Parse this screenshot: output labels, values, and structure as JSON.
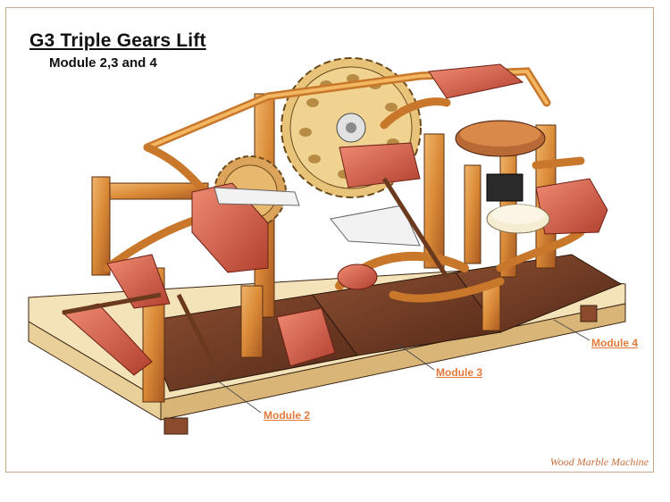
{
  "title": "G3 Triple Gears Lift",
  "subtitle": "Module 2,3 and 4",
  "labels": {
    "module2": "Module 2",
    "module3": "Module 3",
    "module4": "Module 4"
  },
  "footer": "Wood Marble Machine",
  "colors": {
    "frame": "#c9a98a",
    "label": "#e27a3b",
    "base_light": "#f3e2b8",
    "base_dark": "#6b3b26",
    "wood_orange": "#d88b3a",
    "wood_red": "#c8553f",
    "gear": "#e7c37b"
  }
}
